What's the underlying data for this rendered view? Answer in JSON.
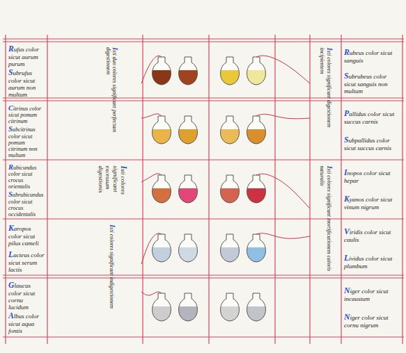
{
  "diagram": {
    "nodes": [
      {
        "text": [
          "Rufus color sicut aurum purum",
          "Subrufus color sicut aurum non multum"
        ]
      },
      {
        "text": [
          "Citrinus color sicut pomum citrinum",
          "Subcitrinus color sicut pomum citrinum non multum"
        ]
      },
      {
        "text": [
          "Rubicundus color sicut crocus orientalis",
          "Subrubicundus color sicut crocus occidentalis"
        ]
      },
      {
        "text": [
          "Karopos color sicut pilus cameli",
          "Lacteus color sicut serum lactis"
        ]
      },
      {
        "text": [
          "Glaucus color sicut cornu lucidum",
          "Albus color sicut aqua fontis"
        ]
      },
      {
        "text": [
          "Isti duo colores significant perfectam digestionem"
        ]
      },
      {
        "text": [
          "Isti colores significant excessum digestionis"
        ]
      },
      {
        "text": [
          "Isti colores significant indigestionem"
        ]
      },
      {
        "text": [
          "Isti colores significant digestionem incipientem"
        ]
      },
      {
        "text": [
          "Isti colores significant mortificationem caloris naturalis"
        ]
      },
      {
        "text": [
          "Rubeus color sicut sanguis",
          "Subrubeus color sicut sanguis non multum"
        ]
      },
      {
        "text": [
          "Pallidus color sicut succus carnis",
          "Subpallidus color sicut succus carnis"
        ]
      },
      {
        "text": [
          "Inopos color sicut hepar",
          "Kyanos color sicut vinum nigrum"
        ]
      },
      {
        "text": [
          "Viridis color sicut caulis",
          "Lividus color sicut plumbum"
        ]
      },
      {
        "text": [
          "Niger color sicut incaustum",
          "Niger color sicut cornu nigrum"
        ]
      }
    ]
  }
}
